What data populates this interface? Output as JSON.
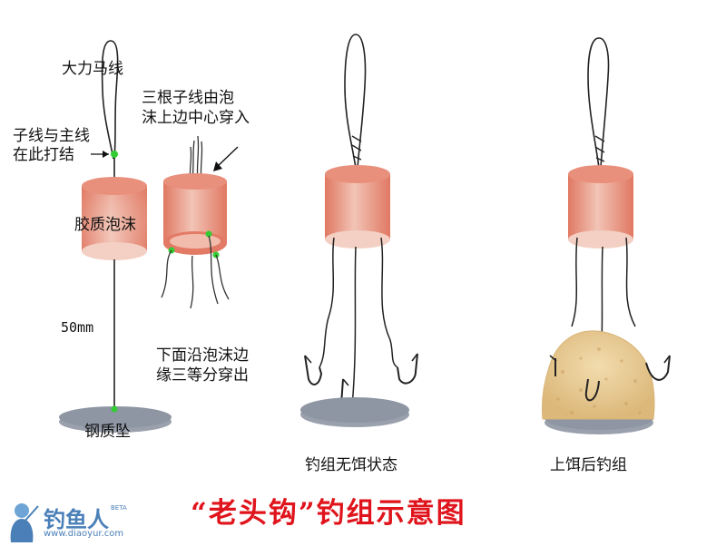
{
  "labels": {
    "main_line": "大力马线",
    "knot_line1": "子线与主线",
    "knot_line2": "在此打结",
    "threaded_line1": "三根子线由泡",
    "threaded_line2": "沫上边中心穿入",
    "foam": "胶质泡沫",
    "length": "50mm",
    "exit_line1": "下面沿泡沫边",
    "exit_line2": "缘三等分穿出",
    "weight": "钢质坠",
    "no_bait": "钓组无饵状态",
    "baited": "上饵后钓组"
  },
  "title": "“老头钩”钓组示意图",
  "logo": {
    "name": "钓鱼人",
    "beta": "BETA",
    "url": "www.diaoyur.com"
  },
  "colors": {
    "title": "#e0141c",
    "foam": "#e8806a",
    "weight": "#8e95a3",
    "knot": "#33cc33",
    "bait": "#e9c98a",
    "logo": "#4a7fb8"
  }
}
